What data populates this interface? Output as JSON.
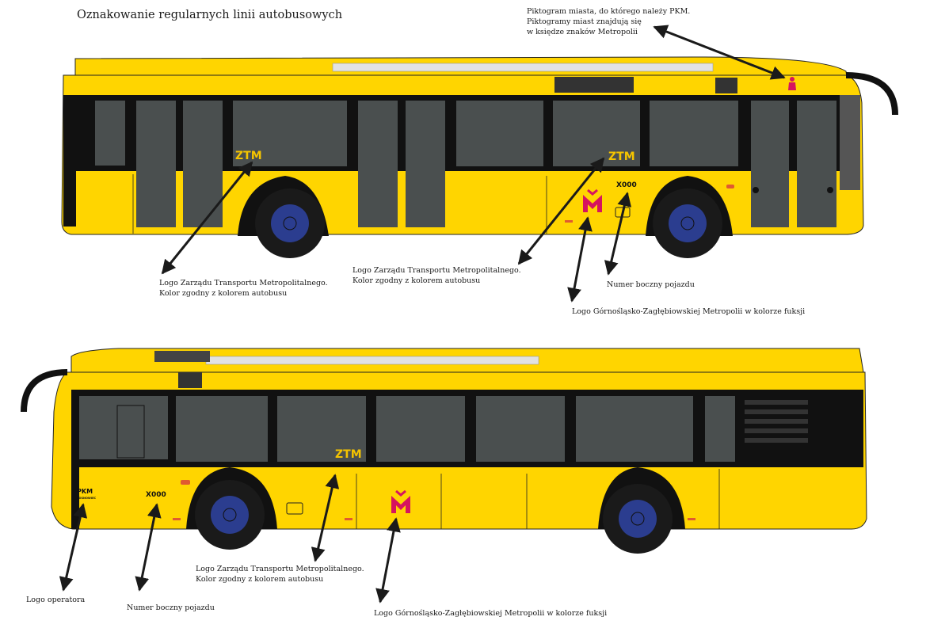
{
  "title": "Oznakowanie regularnych linii autobusowych",
  "annotations": {
    "city_pictogram": [
      "Piktogram miasta, do którego należy PKM.",
      "Piktogramy miast znajdują się",
      "w księdze znaków Metropolii"
    ],
    "ztm_logo_top_left": [
      "Logo Zarządu Transportu Metropolitalnego.",
      "Kolor zgodny z kolorem autobusu"
    ],
    "ztm_logo_top_right": [
      "Logo Zarządu Transportu Metropolitalnego.",
      "Kolor zgodny z kolorem autobusu"
    ],
    "side_number_top": "Numer boczny pojazdu",
    "metropolis_logo_top": "Logo Górnośląsko-Zagłębiowskiej Metropolii w kolorze fuksji",
    "ztm_logo_bottom": [
      "Logo Zarządu Transportu Metropolitalnego.",
      "Kolor zgodny z kolorem autobusu"
    ],
    "operator_logo": "Logo operatora",
    "side_number_bottom": "Numer boczny pojazdu",
    "metropolis_logo_bottom": "Logo Górnośląsko-Zagłębiowskiej Metropolii w kolorze fuksji"
  },
  "bus_markings": {
    "ztm": "ZTM",
    "side_number": "X000",
    "operator_name": "PKM",
    "operator_subtext": "SOSNOWIEC"
  },
  "colors": {
    "bus_yellow": "#ffd500",
    "window_gray": "#4a4f4f",
    "fuchsia": "#d6145f",
    "ztm_logo": "#f5c400",
    "wheel_blue": "#2b3d8f",
    "tire": "#1a1a1a"
  }
}
